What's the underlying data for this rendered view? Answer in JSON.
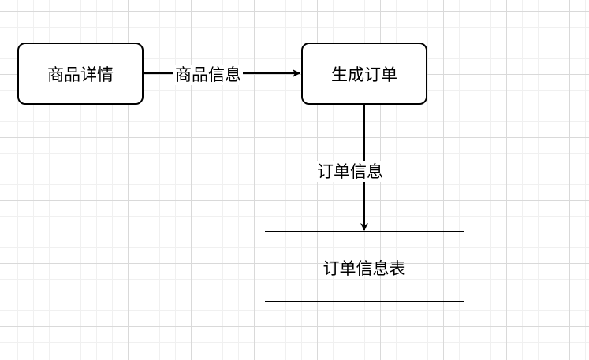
{
  "diagram": {
    "nodes": {
      "product_detail": {
        "label": "商品详情"
      },
      "generate_order": {
        "label": "生成订单"
      }
    },
    "edges": {
      "product_info": {
        "label": "商品信息"
      },
      "order_info": {
        "label": "订单信息"
      }
    },
    "data_store": {
      "label": "订单信息表"
    }
  }
}
